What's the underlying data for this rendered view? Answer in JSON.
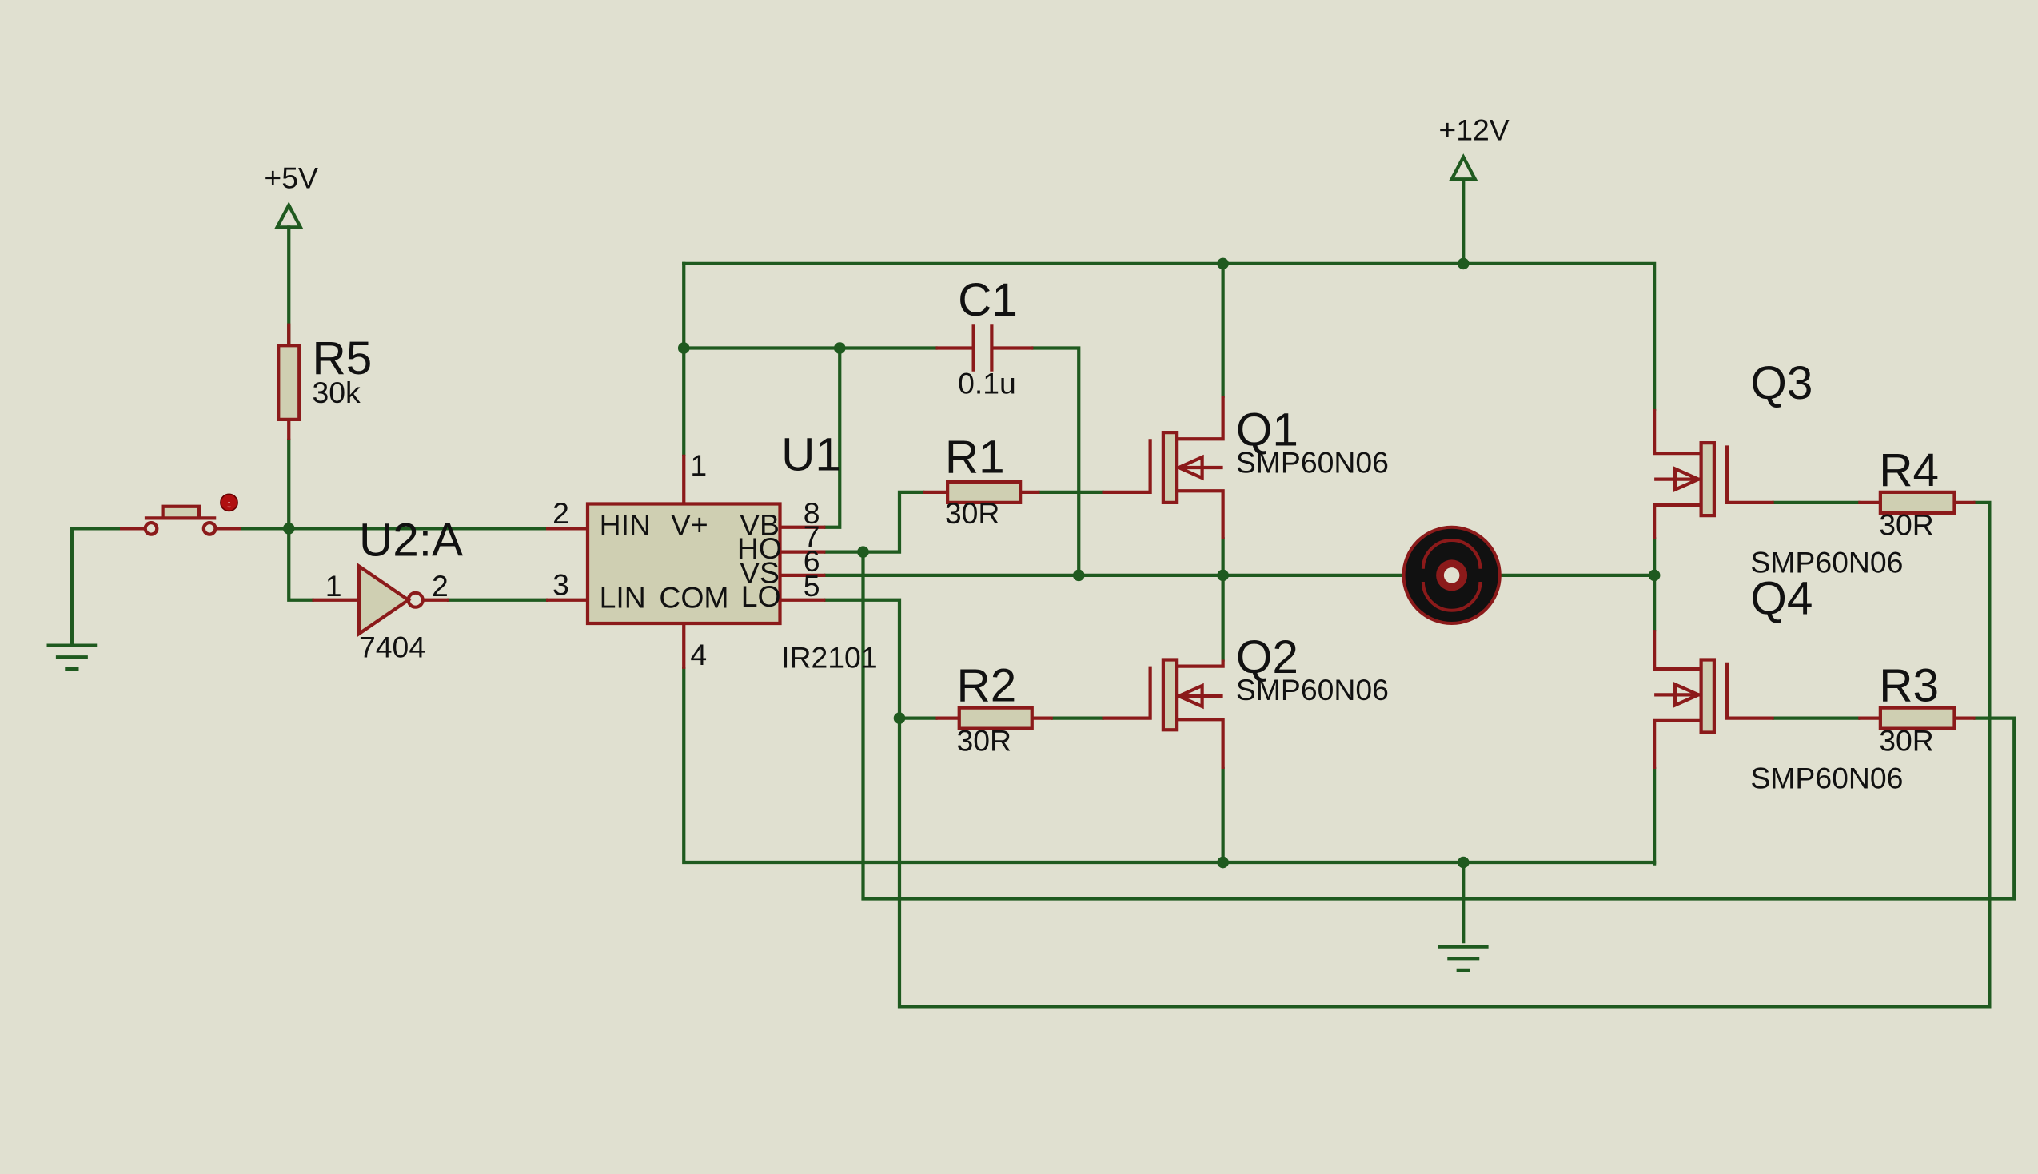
{
  "power": {
    "vcc5": "+5V",
    "vcc12": "+12V"
  },
  "r5": {
    "ref": "R5",
    "value": "30k"
  },
  "u2": {
    "ref": "U2:A",
    "value": "7404",
    "pin_in": "1",
    "pin_out": "2"
  },
  "u1": {
    "ref": "U1",
    "value": "IR2101",
    "pins": {
      "hin": "HIN",
      "vplus": "V+",
      "lin": "LIN",
      "com": "COM",
      "vb": "VB",
      "ho": "HO",
      "vs": "VS",
      "lo": "LO"
    },
    "pin_numbers": {
      "p1": "1",
      "p2": "2",
      "p3": "3",
      "p4": "4",
      "p5": "5",
      "p6": "6",
      "p7": "7",
      "p8": "8"
    }
  },
  "c1": {
    "ref": "C1",
    "value": "0.1u"
  },
  "r1": {
    "ref": "R1",
    "value": "30R"
  },
  "r2": {
    "ref": "R2",
    "value": "30R"
  },
  "r3": {
    "ref": "R3",
    "value": "30R"
  },
  "r4": {
    "ref": "R4",
    "value": "30R"
  },
  "q1": {
    "ref": "Q1",
    "value": "SMP60N06"
  },
  "q2": {
    "ref": "Q2",
    "value": "SMP60N06"
  },
  "q3": {
    "ref": "Q3",
    "value": "SMP60N06"
  },
  "q4": {
    "ref": "Q4",
    "value": "SMP60N06"
  },
  "colors": {
    "wire": "#1f5a1f",
    "component": "#8b1a1a",
    "component_fill": "#cfcfb2",
    "background": "#e0e0d0",
    "motor": "#111111"
  }
}
